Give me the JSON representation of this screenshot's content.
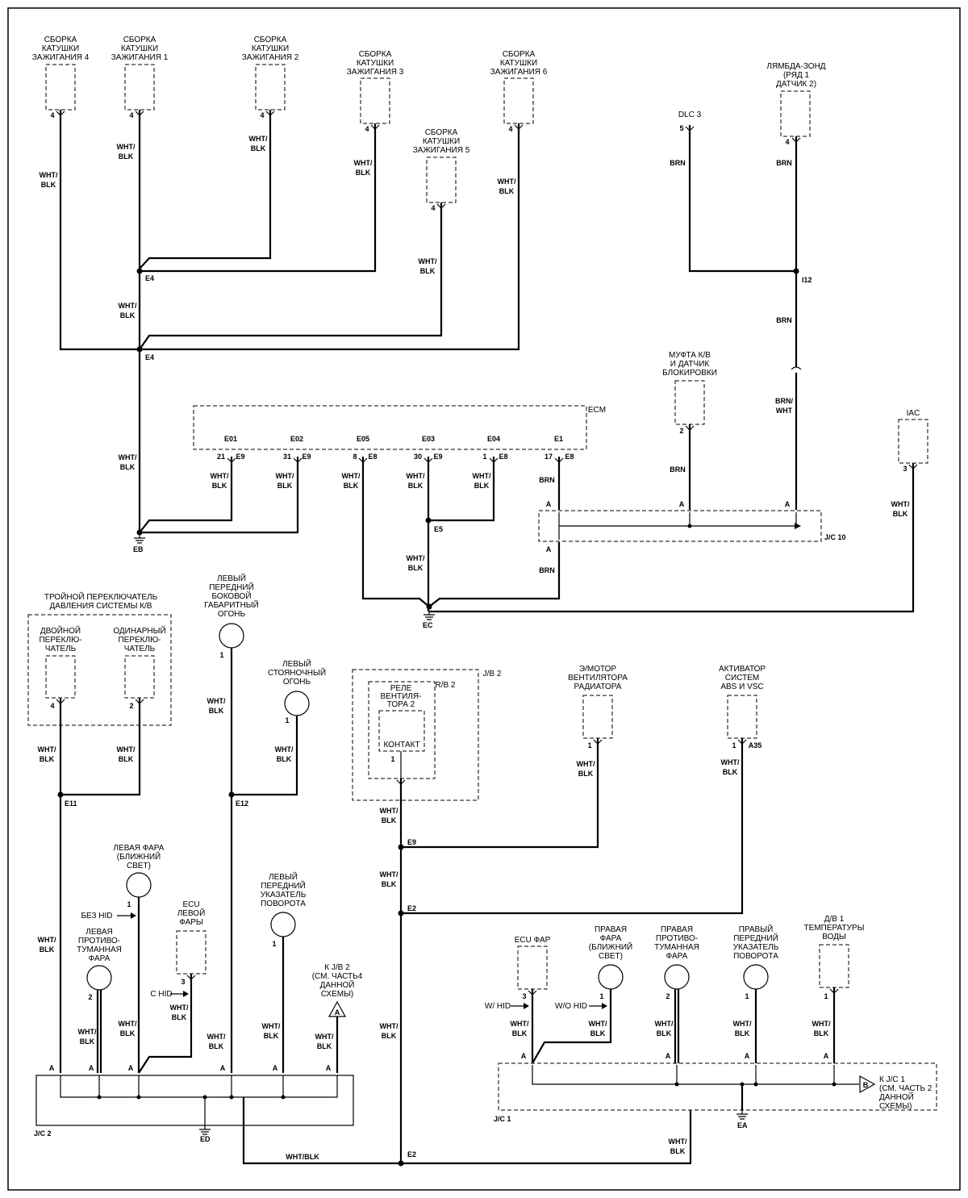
{
  "coils": {
    "c4": [
      "СБОРКА",
      "КАТУШКИ",
      "ЗАЖИГАНИЯ 4"
    ],
    "c1": [
      "СБОРКА",
      "КАТУШКИ",
      "ЗАЖИГАНИЯ 1"
    ],
    "c2": [
      "СБОРКА",
      "КАТУШКИ",
      "ЗАЖИГАНИЯ 2"
    ],
    "c3": [
      "СБОРКА",
      "КАТУШКИ",
      "ЗАЖИГАНИЯ 3"
    ],
    "c5": [
      "СБОРКА",
      "КАТУШКИ",
      "ЗАЖИГАНИЯ 5"
    ],
    "c6": [
      "СБОРКА",
      "КАТУШКИ",
      "ЗАЖИГАНИЯ 6"
    ]
  },
  "components": {
    "dlc3": "DLC 3",
    "lambda": [
      "ЛЯМБДА-ЗОНД",
      "(РЯД 1",
      "ДАТЧИК 2)"
    ],
    "clutch": [
      "МУФТА К/В",
      "И ДАТЧИК",
      "БЛОКИРОВКИ"
    ],
    "iac": "IAC",
    "ecm": "ECM",
    "triple_switch": [
      "ТРОЙНОЙ ПЕРЕКЛЮЧАТЕЛЬ",
      "ДАВЛЕНИЯ СИСТЕМЫ К/В"
    ],
    "dual_switch": [
      "ДВОЙНОЙ",
      "ПЕРЕКЛЮ-",
      "ЧАТЕЛЬ"
    ],
    "single_switch": [
      "ОДИНАРНЫЙ",
      "ПЕРЕКЛЮ-",
      "ЧАТЕЛЬ"
    ],
    "left_side_marker": [
      "ЛЕВЫЙ",
      "ПЕРЕДНИЙ",
      "БОКОВОЙ",
      "ГАБАРИТНЫЙ",
      "ОГОНЬ"
    ],
    "left_parking": [
      "ЛЕВЫЙ",
      "СТОЯНОЧНЫЙ",
      "ОГОНЬ"
    ],
    "jb2": "J/B 2",
    "rb2": "R/B 2",
    "relay": [
      "РЕЛЕ",
      "ВЕНТИЛЯ-",
      "ТОРА 2"
    ],
    "contact": "КОНТАКТ",
    "fan_motor": [
      "Э/МОТОР",
      "ВЕНТИЛЯТОРА",
      "РАДИАТОРА"
    ],
    "abs_actuator": [
      "АКТИВАТОР",
      "СИСТЕМ",
      "ABS И VSC"
    ],
    "left_headlamp": [
      "ЛЕВАЯ ФАРА",
      "(БЛИЖНИЙ",
      "СВЕТ)"
    ],
    "left_fog": [
      "ЛЕВАЯ",
      "ПРОТИВО-",
      "ТУМАННАЯ",
      "ФАРА"
    ],
    "ecu_left_lamp": [
      "ECU",
      "ЛЕВОЙ",
      "ФАРЫ"
    ],
    "left_turn": [
      "ЛЕВЫЙ",
      "ПЕРЕДНИЙ",
      "УКАЗАТЕЛЬ",
      "ПОВОРОТА"
    ],
    "to_jb2": [
      "К J/B 2",
      "(СМ. ЧАСТЬ4",
      "ДАННОЙ",
      "СХЕМЫ)"
    ],
    "ecu_lamps": "ECU ФАР",
    "right_headlamp": [
      "ПРАВАЯ",
      "ФАРА",
      "(БЛИЖНИЙ",
      "СВЕТ)"
    ],
    "right_fog": [
      "ПРАВАЯ",
      "ПРОТИВО-",
      "ТУМАННАЯ",
      "ФАРА"
    ],
    "right_turn": [
      "ПРАВЫЙ",
      "ПЕРЕДНИЙ",
      "УКАЗАТЕЛЬ",
      "ПОВОРОТА"
    ],
    "water_temp": [
      "Д/В 1",
      "ТЕМПЕРАТУРЫ",
      "ВОДЫ"
    ],
    "to_jc1": [
      "К J/C 1",
      "(СМ. ЧАСТЬ 2",
      "ДАННОЙ",
      "СХЕМЫ)"
    ],
    "no_hid": "БЕЗ HID",
    "with_hid": "С HID",
    "w_hid": "W/ HID",
    "wo_hid": "W/O HID",
    "flag_a": "A",
    "flag_b": "B"
  },
  "ecm_pins": [
    "E01",
    "E02",
    "E05",
    "E03",
    "E04",
    "E1"
  ],
  "ecm_pin_nums": [
    "21",
    "31",
    "8",
    "30",
    "1",
    "17"
  ],
  "ecm_conn": [
    "E9",
    "E9",
    "E8",
    "E9",
    "E8",
    "E8"
  ],
  "wires": {
    "wb": [
      "WHT/",
      "BLK"
    ],
    "wbl": "WHT/BLK",
    "brn": "BRN",
    "bw": [
      "BRN/",
      "WHT"
    ]
  },
  "nodes": {
    "e4a": "E4",
    "e4b": "E4",
    "eb": "EB",
    "e5": "E5",
    "ec": "EC",
    "i12": "I12",
    "jc10": "J/C 10",
    "e11": "E11",
    "e12": "E12",
    "e9": "E9",
    "e2a": "E2",
    "e2b": "E2",
    "jc2": "J/C 2",
    "ed": "ED",
    "jc1": "J/C 1",
    "ea": "EA",
    "a35": "A35"
  },
  "pins": {
    "p4": "4",
    "p5": "5",
    "p2": "2",
    "p3": "3",
    "p1": "1",
    "pA": "A"
  }
}
